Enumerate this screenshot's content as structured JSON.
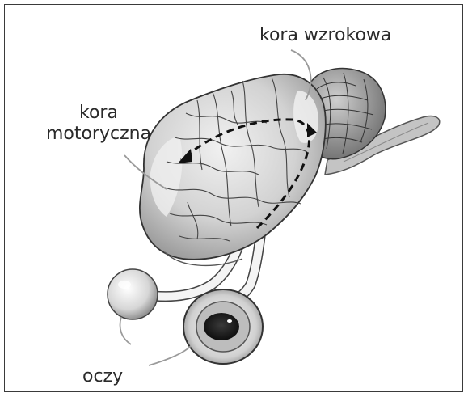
{
  "labels": {
    "visual_cortex": "kora wzrokowa",
    "motor_cortex_line1": "kora",
    "motor_cortex_line2": "motoryczna",
    "eyes": "oczy"
  },
  "colors": {
    "frame": "#3a3a3a",
    "label_text": "#2a2a2a",
    "leader_line": "#9a9a9a",
    "brain_fill": "#d9d9d9",
    "pathway": "#111111"
  }
}
